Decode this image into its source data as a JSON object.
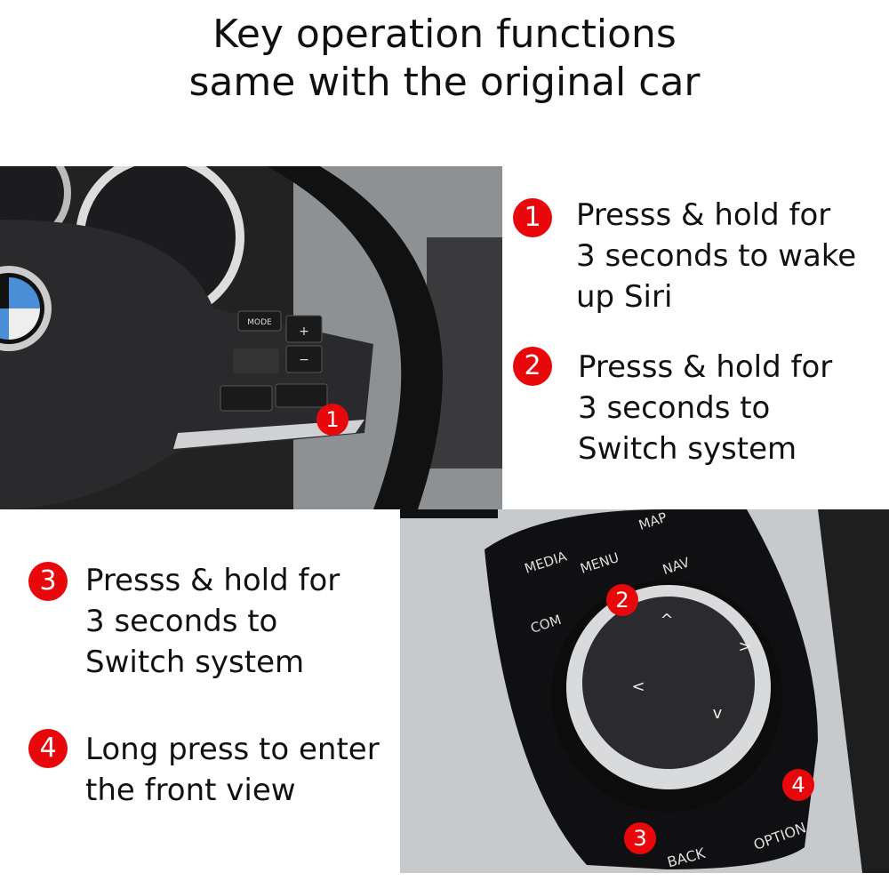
{
  "title_line1": "Key operation functions",
  "title_line2": "same with the original car",
  "items": [
    {
      "number": "1",
      "text_lines": [
        "Presss & hold for",
        "3 seconds to wake",
        "up Siri"
      ]
    },
    {
      "number": "2",
      "text_lines": [
        "Presss & hold for",
        "3 seconds to",
        "Switch system"
      ]
    },
    {
      "number": "3",
      "text_lines": [
        "Presss & hold for",
        "3 seconds to",
        "Switch system"
      ]
    },
    {
      "number": "4",
      "text_lines": [
        "Long press to enter",
        "the front view"
      ]
    }
  ],
  "wheel_buttons": {
    "mode": "MODE",
    "plus": "+",
    "minus": "−"
  },
  "controller_buttons": {
    "media": "MEDIA",
    "menu": "MENU",
    "map": "MAP",
    "nav": "NAV",
    "com": "COM",
    "back": "BACK",
    "option": "OPTION"
  },
  "colors": {
    "badge": "#e8080b"
  }
}
